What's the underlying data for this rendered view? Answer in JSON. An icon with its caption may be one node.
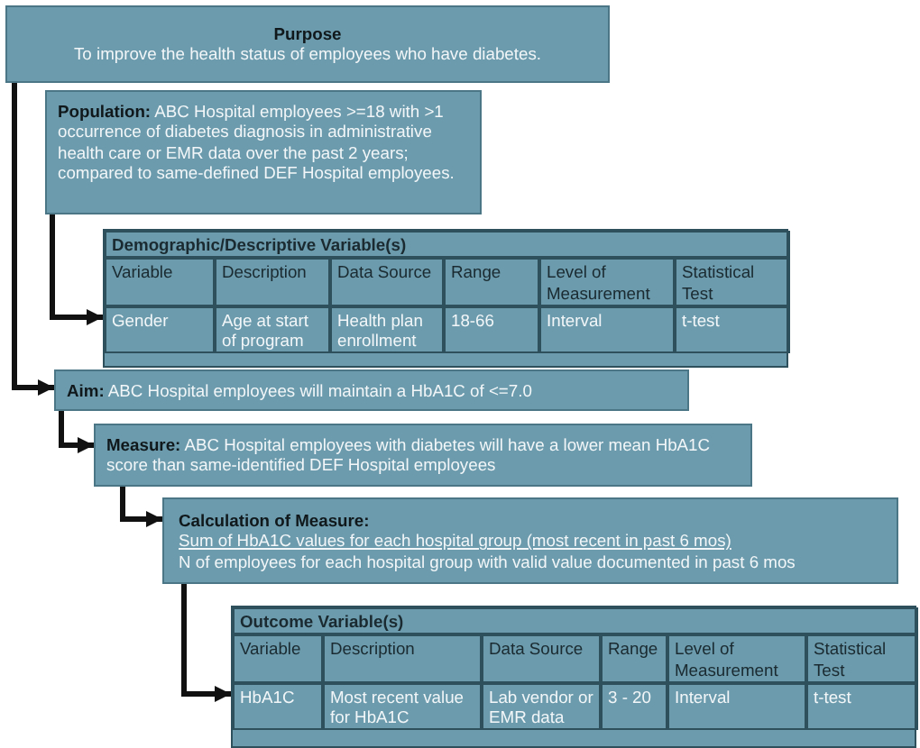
{
  "diagram": {
    "nodes": [
      {
        "text": [
          "Purpose",
          "To improve the health status of employees who have diabetes."
        ]
      },
      {
        "text": [
          "**Population:** ABC Hospital employees >=18 with >1 occurrence of diabetes diagnosis in administrative health care or EMR data over the past 2 years; compared to same-defined DEF Hospital employees."
        ]
      },
      {
        "text": [
          "Demographic/Descriptive Variable(s)",
          "Variable",
          "Description",
          "Data Source",
          "Range",
          "Level of Measurement",
          "Statistical Test",
          "Gender",
          "Age at start of program",
          "Health plan enrollment",
          "18-66",
          "Interval",
          "t-test"
        ]
      },
      {
        "text": [
          "**Aim:** ABC Hospital employees will maintain a HbA1C of <=7.0"
        ]
      },
      {
        "text": [
          "**Measure:** ABC Hospital employees with diabetes will have a lower mean HbA1C score than same-identified DEF Hospital employees"
        ]
      },
      {
        "text": [
          "Calculation of Measure:",
          "Sum of HbA1C values for each hospital group (most recent in past 6 mos)",
          "N of employees for each hospital group with valid value documented in past 6 mos"
        ]
      },
      {
        "text": [
          "Outcome Variable(s)",
          "Variable",
          "Description",
          "Data Source",
          "Range",
          "Level of Measurement",
          "Statistical Test",
          "HbA1C",
          "Most recent value for HbA1C",
          "Lab vendor or EMR data",
          "3 - 20",
          "Interval",
          "t-test"
        ]
      }
    ],
    "edges": [
      {
        "from": 0,
        "to": 3,
        "arrow": "to"
      },
      {
        "from": 1,
        "to": 2,
        "arrow": "to"
      },
      {
        "from": 3,
        "to": 4,
        "arrow": "to"
      },
      {
        "from": 4,
        "to": 5,
        "arrow": "to"
      },
      {
        "from": 5,
        "to": 6,
        "arrow": "to"
      }
    ]
  }
}
